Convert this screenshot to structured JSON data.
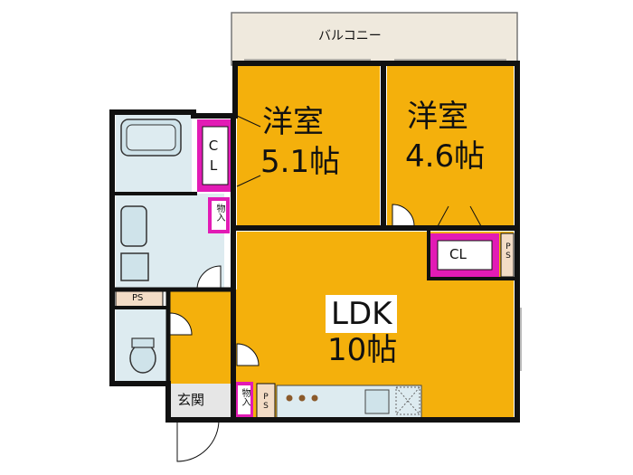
{
  "floorplan": {
    "balcony": "バルコニー",
    "western_room_1": {
      "name": "洋室",
      "size": "5.1帖"
    },
    "western_room_2": {
      "name": "洋室",
      "size": "4.6帖"
    },
    "ldk": {
      "name": "LDK",
      "size": "10帖"
    },
    "closet_left": "CL",
    "closet_right": "CL",
    "storage_upper": "物入",
    "storage_entrance": "物入",
    "pipe_space_right": "PS",
    "pipe_space_left": "PS",
    "pipe_space_entrance": "PS",
    "entrance": "玄関"
  },
  "colors": {
    "room_fill": "#F4B00C",
    "closet_fill": "#E21BB5",
    "balcony_fill": "#EFE9DD",
    "wet_area_fill": "#DDEBF0",
    "entrance_fill": "#E6E6E6",
    "ps_fill": "#F3DCC6",
    "wall": "#111111"
  }
}
